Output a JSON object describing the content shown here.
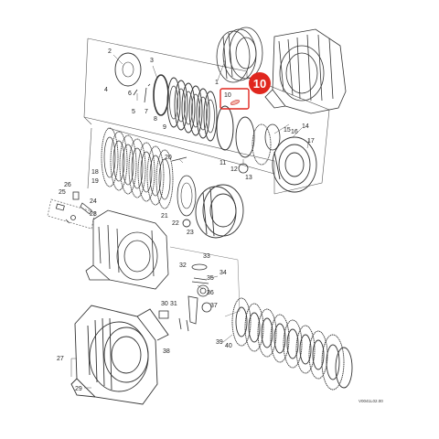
{
  "callouts": {
    "c1": "1",
    "c2": "2",
    "c3": "3",
    "c4": "4",
    "c5": "5",
    "c6": "6",
    "c7": "7",
    "c8": "8",
    "c9": "9",
    "c10": "10",
    "c11": "11",
    "c12": "12",
    "c13": "13",
    "c14": "14",
    "c15": "15",
    "c16": "16",
    "c17": "17",
    "c18": "18",
    "c19": "19",
    "c20": "20",
    "c21": "21",
    "c22": "22",
    "c23": "23",
    "c24": "24",
    "c25": "25",
    "c26": "26",
    "c27": "27",
    "c28": "28",
    "c29": "29",
    "c30": "30",
    "c31": "31",
    "c32": "32",
    "c33": "33",
    "c34": "34",
    "c35": "35",
    "c36": "36",
    "c37": "37",
    "c38": "38",
    "c39": "39",
    "c40": "40"
  },
  "highlight": {
    "badge_label": "10",
    "part_label": "10",
    "color": "#e0261e"
  },
  "reference_code": "V0041L02.00"
}
